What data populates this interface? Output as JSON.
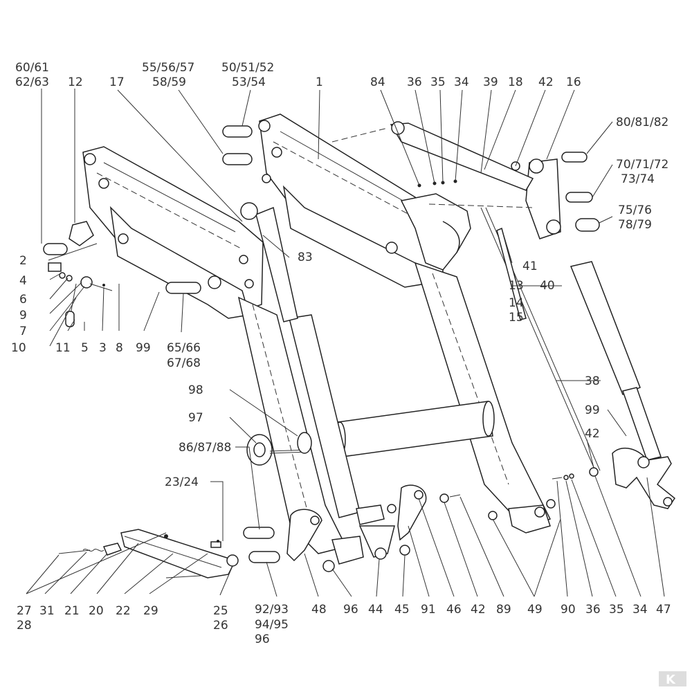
{
  "diagram": {
    "labels": {
      "l60": "60/61",
      "l62": "62/63",
      "l12": "12",
      "l17": "17",
      "l55": "55/56/57",
      "l58": "58/59",
      "l50": "50/51/52",
      "l53": "53/54",
      "l1": "1",
      "l84": "84",
      "l36a": "36",
      "l35a": "35",
      "l34a": "34",
      "l39": "39",
      "l18": "18",
      "l42a": "42",
      "l16": "16",
      "l80": "80/81/82",
      "l70": "70/71/72",
      "l73": "73/74",
      "l75": "75/76",
      "l78": "78/79",
      "l2": "2",
      "l4": "4",
      "l6": "6",
      "l9": "9",
      "l7": "7",
      "l10": "10",
      "l11": "11",
      "l5": "5",
      "l3": "3",
      "l8": "8",
      "l99a": "99",
      "l65": "65/66",
      "l67": "67/68",
      "l83": "83",
      "l41": "41",
      "l13": "13",
      "l40": "40",
      "l14": "14",
      "l15": "15",
      "l38": "38",
      "l99b": "99",
      "l42b": "42",
      "l98": "98",
      "l97": "97",
      "l86": "86/87/88",
      "l23": "23/24",
      "l27": "27",
      "l28": "28",
      "l31": "31",
      "l21": "21",
      "l20": "20",
      "l22": "22",
      "l29": "29",
      "l25": "25",
      "l26": "26",
      "l92": "92/93",
      "l94": "94/95",
      "l96b": "96",
      "l48": "48",
      "l96a": "96",
      "l44": "44",
      "l45": "45",
      "l91": "91",
      "l46": "46",
      "l42c": "42",
      "l89": "89",
      "l49": "49",
      "l90": "90",
      "l36b": "36",
      "l35b": "35",
      "l34b": "34",
      "l47": "47"
    },
    "logo": {
      "text": "K"
    }
  }
}
